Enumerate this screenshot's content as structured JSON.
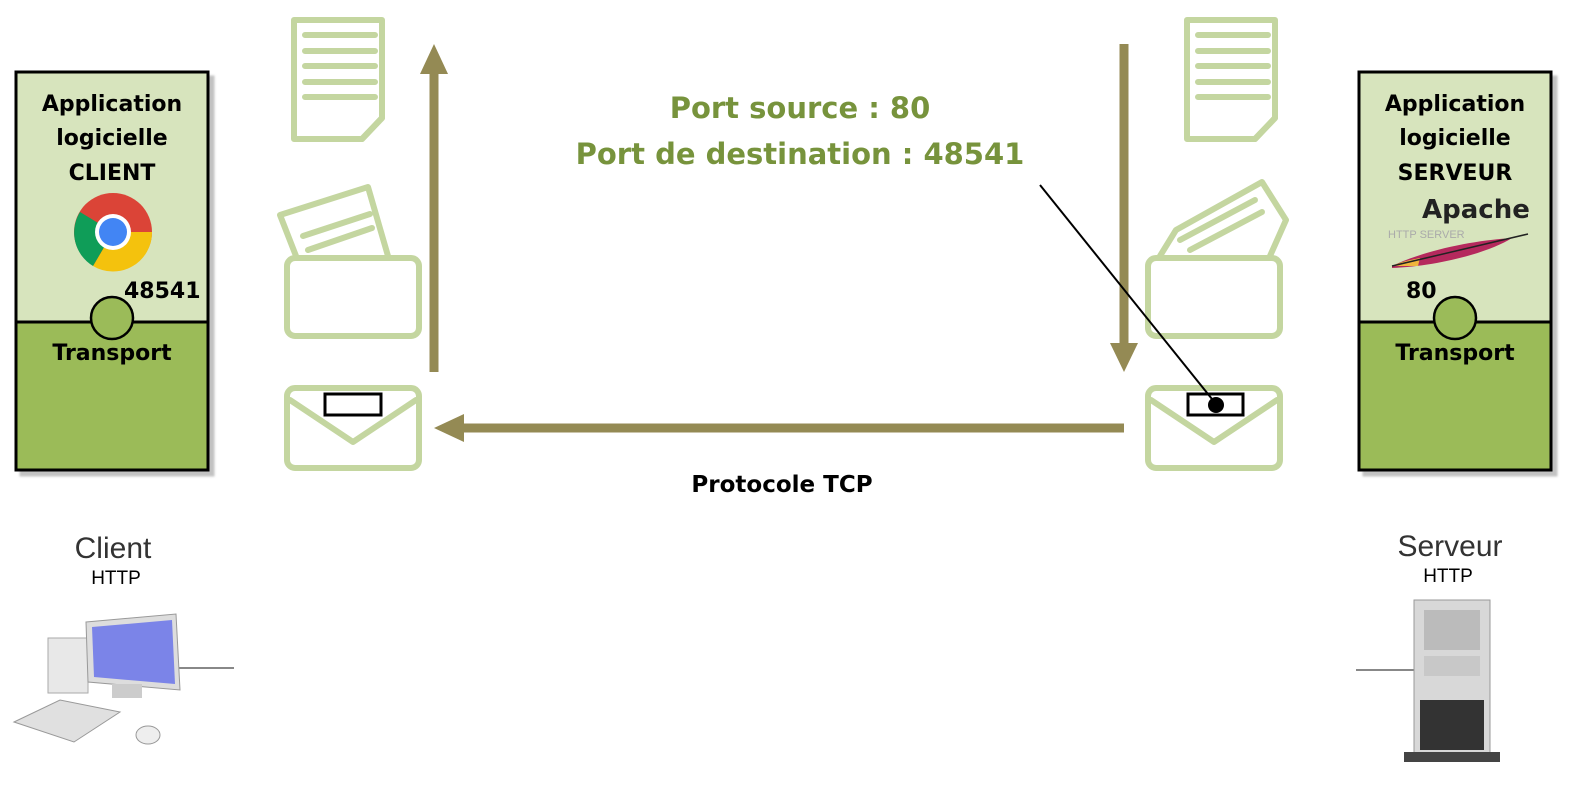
{
  "client": {
    "app_lines": [
      "Application",
      "logicielle",
      "CLIENT"
    ],
    "port": "48541",
    "transport": "Transport",
    "label": "Client",
    "sublabel": "HTTP",
    "browser_icon": "chrome-icon"
  },
  "server": {
    "app_lines": [
      "Application",
      "logicielle",
      "SERVEUR"
    ],
    "logo_text": "Apache",
    "logo_subtext": "HTTP SERVER",
    "port": "80",
    "transport": "Transport",
    "label": "Serveur",
    "sublabel": "HTTP"
  },
  "packet_info": {
    "source_port": "Port source : 80",
    "destination_port": "Port de destination : 48541"
  },
  "protocol_label": "Protocole TCP",
  "colors": {
    "app_layer": "#d7e4bd",
    "transport_layer": "#9bbb59",
    "arrow": "#948a54",
    "icon": "#c4d6a0",
    "info_text": "#77933c"
  }
}
